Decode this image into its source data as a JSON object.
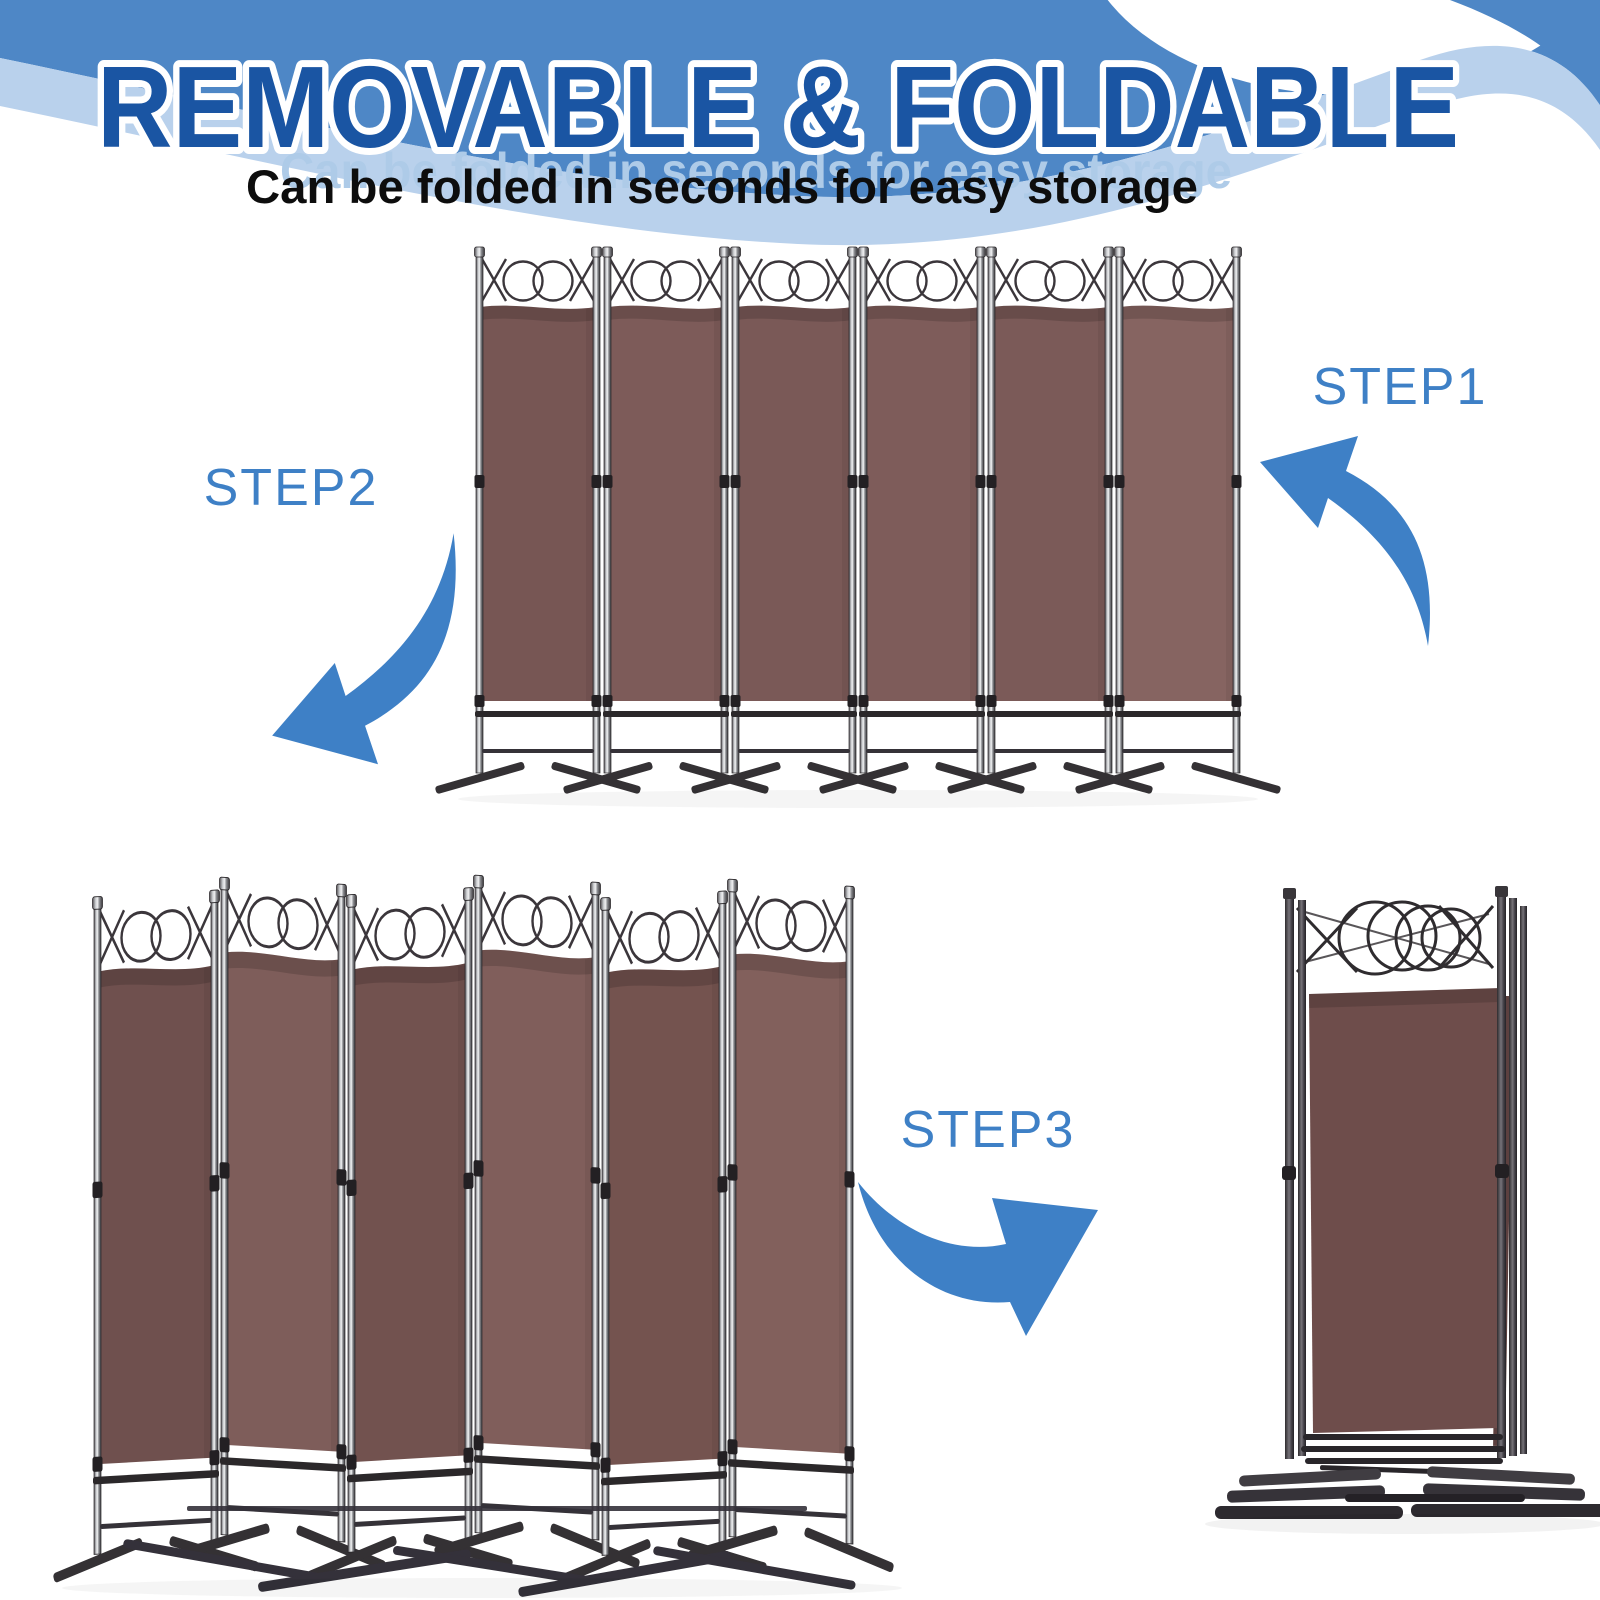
{
  "header": {
    "title": "REMOVABLE & FOLDABLE",
    "subtitle": "Can be folded in seconds for easy storage",
    "ghost_subtitle": "Can be folded in seconds for easy storage",
    "colors": {
      "banner_blue": "#4e87c6",
      "banner_light_blue": "#b9d1ec",
      "title_blue": "#1a55a3",
      "subtitle_black": "#0d0d0d"
    }
  },
  "steps": [
    {
      "label": "STEP1"
    },
    {
      "label": "STEP2"
    },
    {
      "label": "STEP3"
    }
  ],
  "accent": {
    "step_blue": "#3e80c6"
  },
  "product": {
    "fabric_color": "#7b5a58",
    "frame_color": "#2e2b2d",
    "views": [
      {
        "name": "six-panel-room-divider-open",
        "panels": 6
      },
      {
        "name": "room-divider-partially-folded",
        "panels": 6
      },
      {
        "name": "room-divider-fully-folded",
        "panels": 6
      }
    ]
  }
}
